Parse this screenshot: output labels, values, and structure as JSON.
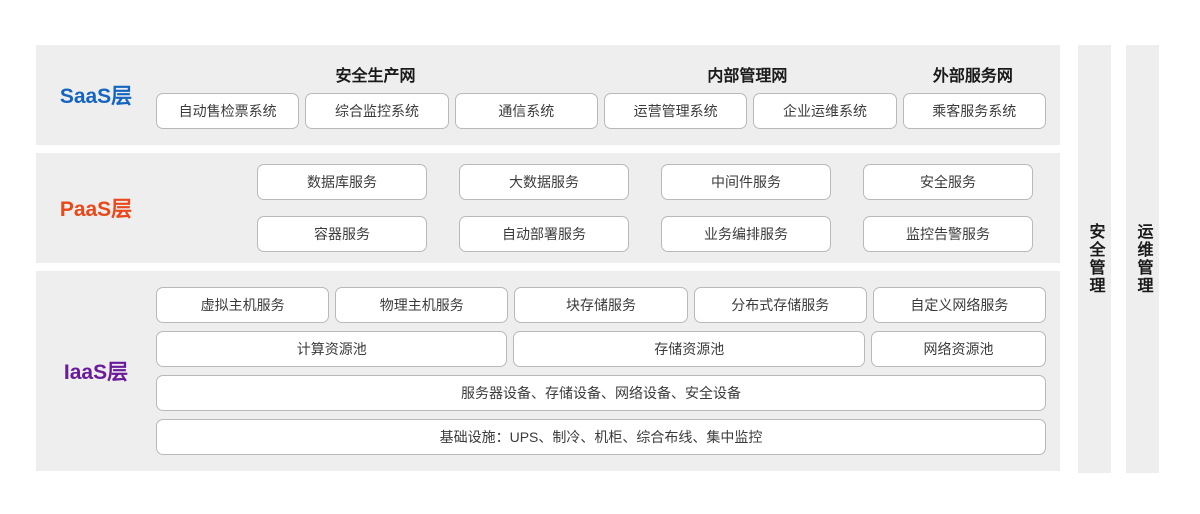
{
  "colors": {
    "saas_label": "#1565c0",
    "paas_label": "#e8481a",
    "iaas_label": "#6a1b9a",
    "panel_bg": "#eeeeef",
    "box_border": "#b9b9b9",
    "box_bg": "#ffffff",
    "text": "#3b3b3b"
  },
  "layers": {
    "saas": {
      "label": "SaaS层",
      "network_headers": [
        {
          "label": "安全生产网",
          "span": 3
        },
        {
          "label": "内部管理网",
          "span": 2
        },
        {
          "label": "外部服务网",
          "span": 1
        }
      ],
      "systems": [
        "自动售检票系统",
        "综合监控系统",
        "通信系统",
        "运营管理系统",
        "企业运维系统",
        "乘客服务系统"
      ]
    },
    "paas": {
      "label": "PaaS层",
      "row1": [
        "数据库服务",
        "大数据服务",
        "中间件服务",
        "安全服务"
      ],
      "row2": [
        "容器服务",
        "自动部署服务",
        "业务编排服务",
        "监控告警服务"
      ]
    },
    "iaas": {
      "label": "IaaS层",
      "services": [
        "虚拟主机服务",
        "物理主机服务",
        "块存储服务",
        "分布式存储服务",
        "自定义网络服务"
      ],
      "pools": [
        "计算资源池",
        "存储资源池",
        "网络资源池"
      ],
      "devices": "服务器设备、存储设备、网络设备、安全设备",
      "infrastructure": "基础设施：UPS、制冷、机柜、综合布线、集中监控"
    }
  },
  "side_panels": [
    {
      "label": "安全管理"
    },
    {
      "label": "运维管理"
    }
  ]
}
